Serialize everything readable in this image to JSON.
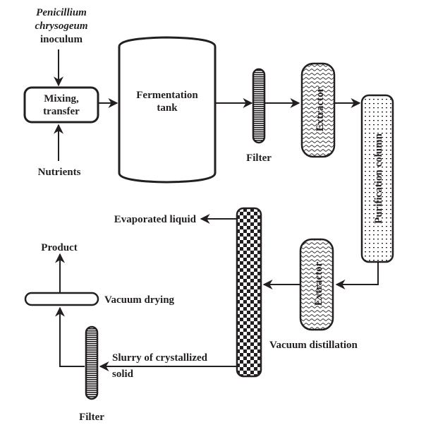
{
  "diagram": {
    "title": "Penicillin production process flow",
    "inputs": {
      "inoculum": [
        "Penicillium",
        "chrysogeum",
        "inoculum"
      ],
      "nutrients": "Nutrients"
    },
    "nodes": {
      "mixing": [
        "Mixing,",
        "transfer"
      ],
      "fermentation": [
        "Fermentation",
        "tank"
      ],
      "filter1": "Filter",
      "extractor1": "Extractor",
      "purification": "Purification column",
      "extractor2": "Extractor",
      "vacuum_distillation": "Vacuum distillation",
      "evaporated_liquid": "Evaporated liquid",
      "slurry": [
        "Slurry of crystallized",
        "solid"
      ],
      "filter2": "Filter",
      "vacuum_drying": "Vacuum drying",
      "product": "Product"
    },
    "edges": [
      {
        "from": "inoculum",
        "to": "mixing"
      },
      {
        "from": "nutrients",
        "to": "mixing"
      },
      {
        "from": "mixing",
        "to": "fermentation"
      },
      {
        "from": "fermentation",
        "to": "filter1"
      },
      {
        "from": "filter1",
        "to": "extractor1"
      },
      {
        "from": "extractor1",
        "to": "purification"
      },
      {
        "from": "purification",
        "to": "extractor2"
      },
      {
        "from": "extractor2",
        "to": "vacuum_distillation"
      },
      {
        "from": "vacuum_distillation",
        "to": "evaporated_liquid"
      },
      {
        "from": "vacuum_distillation",
        "to": "filter2",
        "label": "slurry"
      },
      {
        "from": "filter2",
        "to": "vacuum_drying"
      },
      {
        "from": "vacuum_drying",
        "to": "product"
      }
    ]
  }
}
